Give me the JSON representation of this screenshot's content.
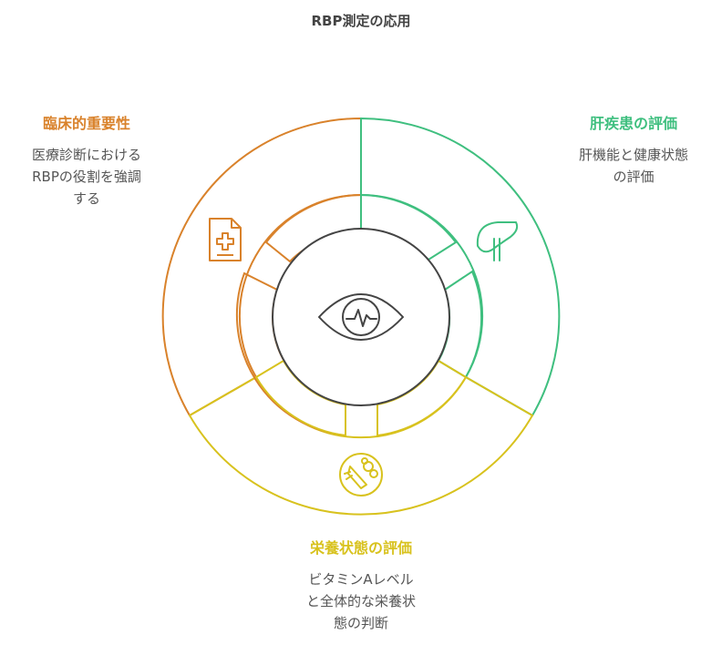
{
  "title": "RBP測定の応用",
  "colors": {
    "orange": "#d9822b",
    "green": "#3fbf7f",
    "yellow": "#d8c21e",
    "center": "#444444"
  },
  "center": {
    "icon": "eye-with-heartbeat-icon"
  },
  "segments": [
    {
      "id": "clinical",
      "heading": "臨床的重要性",
      "description": [
        "医療診断における",
        "RBPの役割を強調",
        "する"
      ],
      "icon": "medical-document-icon",
      "color": "#d9822b"
    },
    {
      "id": "liver",
      "heading": "肝疾患の評価",
      "description": [
        "肝機能と健康状態",
        "の評価"
      ],
      "icon": "liver-icon",
      "color": "#3fbf7f"
    },
    {
      "id": "nutrition",
      "heading": "栄養状態の評価",
      "description": [
        "ビタミンAレベル",
        "と全体的な栄養状",
        "態の判断"
      ],
      "icon": "vegetables-icon",
      "color": "#d8c21e"
    }
  ]
}
